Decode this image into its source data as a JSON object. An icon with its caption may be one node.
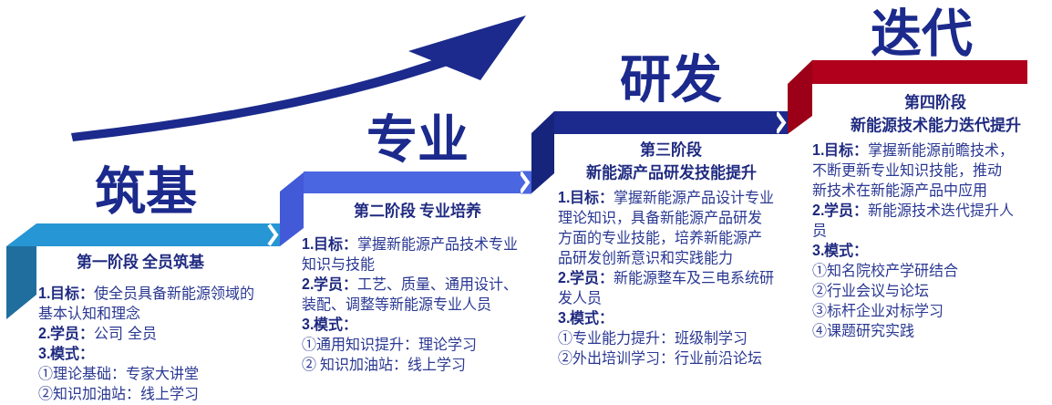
{
  "diagram": {
    "nodes": [
      {
        "text": [
          "筑基",
          "第一阶段 全员筑基",
          "**1.目标：**使全员具备新能源领域的基本认知和理念",
          "**2.学员：**公司 全员",
          "3.模式：",
          "①理论基础：专家大讲堂",
          "②知识加油站：线上学习"
        ]
      },
      {
        "text": [
          "专业",
          "第二阶段 专业培养",
          "**1.目标：**掌握新能源产品技术专业知识与技能",
          "**2.学员：**工艺、质量、通用设计、装配、调整等新能源专业人员",
          "3.模式：",
          "①通用知识提升：理论学习",
          "② 知识加油站：线上学习"
        ]
      },
      {
        "text": [
          "研发",
          "第三阶段",
          "新能源产品研发技能提升",
          "**1.目标：**掌握新能源产品设计专业理论知识，具备新能源产品研发方面的专业技能，培养新能源产品研发创新意识和实践能力",
          "**2.学员：**新能源整车及三电系统研发人员",
          "3.模式：",
          "①专业能力提升：班级制学习",
          "②外出培训学习：行业前沿论坛"
        ]
      },
      {
        "text": [
          "迭代",
          "第四阶段",
          "新能源技术能力迭代提升",
          "**1.目标：**掌握新能源前瞻技术，不断更新专业知识技能，推动新技术在新能源产品中应用",
          "**2.学员：**新能源技术迭代提升人员",
          "3.模式：",
          "①知名院校产学研结合",
          "②行业会议与论坛",
          "③标杆企业对标学习",
          "④课题研究实践"
        ]
      }
    ],
    "edges": [
      {
        "from": 0,
        "to": 1,
        "arrow": "to",
        "color": "#2796d4"
      },
      {
        "from": 1,
        "to": 2,
        "arrow": "to",
        "color": "#4b66e1"
      },
      {
        "from": 2,
        "to": 3,
        "arrow": "to",
        "color": "#1b2a8c"
      }
    ]
  }
}
